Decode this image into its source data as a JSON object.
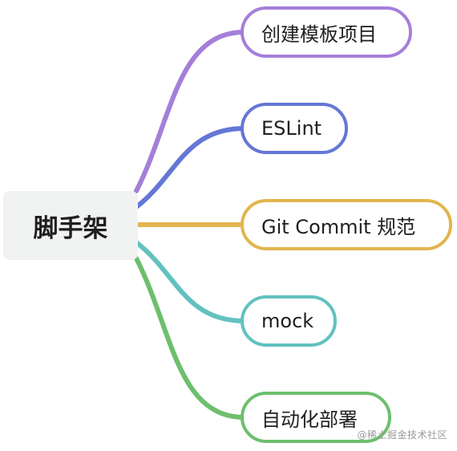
{
  "root": {
    "label": "脚手架"
  },
  "branches": [
    {
      "label": "创建模板项目",
      "color": "#a47fd9"
    },
    {
      "label": "ESLint",
      "color": "#6477d6"
    },
    {
      "label": "Git Commit 规范",
      "color": "#e1b64e"
    },
    {
      "label": "mock",
      "color": "#62c1c0"
    },
    {
      "label": "自动化部署",
      "color": "#6dbf6d"
    }
  ],
  "watermark": "@稀土掘金技术社区"
}
